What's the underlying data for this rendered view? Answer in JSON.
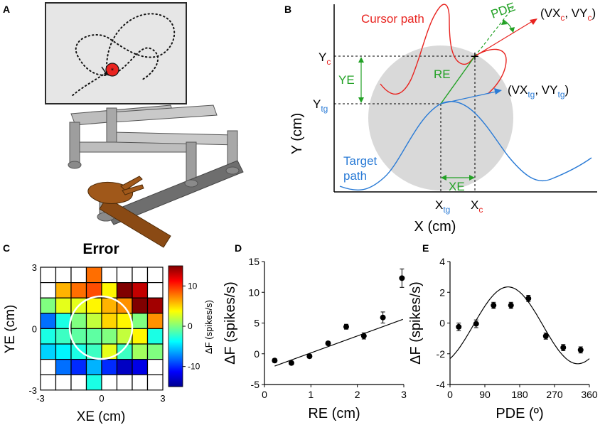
{
  "panels": {
    "A": {
      "label": "A"
    },
    "B": {
      "label": "B",
      "cursor_path_label": "Cursor path",
      "target_path_label": "Target path",
      "x_axis_label": "X (cm)",
      "y_axis_label": "Y (cm)",
      "yc_label": "Y",
      "yc_sub": "c",
      "ytg_label": "Y",
      "ytg_sub": "tg",
      "xtg_label": "X",
      "xtg_sub": "tg",
      "xc_label": "X",
      "xc_sub": "c",
      "ye_label": "YE",
      "xe_label": "XE",
      "re_label": "RE",
      "pde_label": "PDE",
      "vc_prefix": "(VX",
      "vc_sub1": "c",
      "vc_mid": ", VY",
      "vc_sub2": "c",
      "vc_suffix": ")",
      "vtg_prefix": "(VX",
      "vtg_sub1": "tg",
      "vtg_mid": ", VY",
      "vtg_sub2": "tg",
      "vtg_suffix": ")",
      "colors": {
        "cursor": "#e8231f",
        "target": "#2a7bd6",
        "green": "#22a125",
        "disc": "#d9d9d9"
      }
    },
    "C": {
      "label": "C",
      "title": "Error",
      "x_axis_label": "XE (cm)",
      "y_axis_label": "YE (cm)",
      "colorbar_label": "ΔF (spikes/s)"
    },
    "D": {
      "label": "D"
    },
    "E": {
      "label": "E"
    }
  },
  "chart_data": [
    {
      "panel": "C",
      "type": "heatmap",
      "title": "Error",
      "xlabel": "XE (cm)",
      "ylabel": "YE (cm)",
      "x_ticks": [
        "-3",
        "0",
        "3"
      ],
      "y_ticks": [
        "3",
        "0",
        "-3"
      ],
      "xlim": [
        -3,
        3
      ],
      "ylim": [
        -3,
        3
      ],
      "colorbar": {
        "label": "ΔF (spikes/s)",
        "ticks": [
          "10",
          "0",
          "-10"
        ],
        "range": [
          -15,
          15
        ]
      },
      "values": [
        [
          null,
          null,
          null,
          8,
          null,
          null,
          null,
          null
        ],
        [
          null,
          6,
          8,
          9,
          4,
          15,
          13,
          null
        ],
        [
          0,
          3,
          3,
          4,
          6,
          7,
          15,
          14
        ],
        [
          -8,
          -3,
          0,
          2,
          5,
          4,
          0,
          7
        ],
        [
          -3,
          -2,
          -1,
          -1,
          0,
          2,
          4,
          -3
        ],
        [
          -5,
          -4,
          -3,
          -2,
          3,
          -2,
          1,
          0
        ],
        [
          null,
          -8,
          -10,
          -6,
          -10,
          -13,
          -12,
          null
        ],
        [
          null,
          null,
          null,
          -3,
          null,
          null,
          null,
          null
        ]
      ]
    },
    {
      "panel": "D",
      "type": "scatter",
      "xlabel": "RE (cm)",
      "ylabel": "ΔF (spikes/s)",
      "xlim": [
        0,
        3
      ],
      "ylim": [
        -5,
        15
      ],
      "x_ticks": [
        0,
        1,
        2,
        3
      ],
      "y_ticks": [
        -5,
        0,
        5,
        10,
        15
      ],
      "points": [
        {
          "x": 0.22,
          "y": -1.1,
          "err": 0.3
        },
        {
          "x": 0.58,
          "y": -1.5,
          "err": 0.3
        },
        {
          "x": 0.97,
          "y": -0.4,
          "err": 0.3
        },
        {
          "x": 1.37,
          "y": 1.7,
          "err": 0.3
        },
        {
          "x": 1.76,
          "y": 4.4,
          "err": 0.4
        },
        {
          "x": 2.14,
          "y": 2.9,
          "err": 0.5
        },
        {
          "x": 2.55,
          "y": 5.9,
          "err": 0.9
        },
        {
          "x": 2.96,
          "y": 12.3,
          "err": 1.5
        }
      ],
      "fit_line": {
        "x": [
          0.22,
          2.98
        ],
        "y": [
          -2.0,
          5.6
        ]
      }
    },
    {
      "panel": "E",
      "type": "scatter",
      "xlabel": "PDE (º)",
      "ylabel": "ΔF (spikes/s)",
      "xlim": [
        0,
        360
      ],
      "ylim": [
        -4,
        4
      ],
      "x_ticks": [
        0,
        90,
        180,
        270,
        360
      ],
      "y_ticks": [
        -4,
        -2,
        0,
        2,
        4
      ],
      "points": [
        {
          "x": 22.5,
          "y": -0.25,
          "err": 0.25
        },
        {
          "x": 67.5,
          "y": -0.05,
          "err": 0.25
        },
        {
          "x": 112.5,
          "y": 1.15,
          "err": 0.2
        },
        {
          "x": 157.5,
          "y": 1.15,
          "err": 0.2
        },
        {
          "x": 202.5,
          "y": 1.6,
          "err": 0.2
        },
        {
          "x": 247.5,
          "y": -0.85,
          "err": 0.2
        },
        {
          "x": 292.5,
          "y": -1.6,
          "err": 0.2
        },
        {
          "x": 337.5,
          "y": -1.75,
          "err": 0.2
        }
      ],
      "cosine_fit": {
        "mean": -0.15,
        "amplitude": 2.5,
        "preferred_deg": 150
      }
    }
  ]
}
